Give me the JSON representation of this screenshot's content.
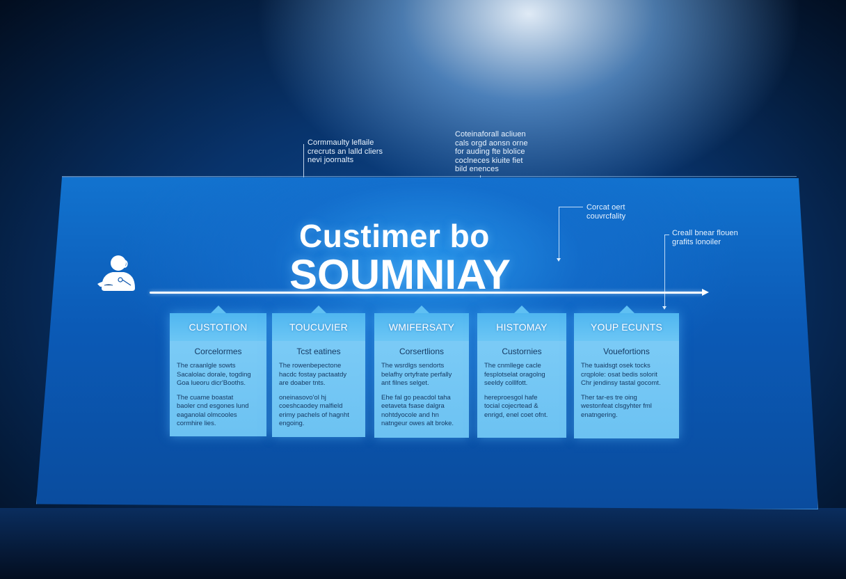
{
  "diagram": {
    "title_line1": "Custimer bo",
    "title_line2": "SOUMNIAY",
    "accent_color": "#0b5ab6",
    "card_color": "#7fcdf7",
    "persona_icon": "person-icon",
    "timeline_icon": "arrow-right-icon"
  },
  "callouts": [
    {
      "text": "Cormmaulty leflaile\ncrecruts an lalld cliers\nnevi joornalts"
    },
    {
      "text": "Coteinaforall acliuen\ncals orgd aonsn orne\nfor auding fte blolice\ncoclneces kiuite fiet\nbild enences"
    },
    {
      "text": "Corcat oert\ncouvrcfality"
    },
    {
      "text": "Creall bnear flouen\ngrafits lonoiler"
    }
  ],
  "stages": [
    {
      "header": "CUSTOTION",
      "subtitle": "Corcelormes",
      "para1": "The craanlgle sowts\nSacalolac dorale, togding\nGoa lueoru dicr'Booths.",
      "para2": "The cuame boastat\nbaoler cnd esgones lund\neaganolal olmcooles\ncormhire lies."
    },
    {
      "header": "TOUCUVIER",
      "subtitle": "Tcst eatines",
      "para1": "The rowenbepectone\nhacdc fostay pactaatdy\nare doaber tnts.",
      "para2": "oneinasovo'ol hj\ncoeshcaodey malfield\nerimy pachels of hagnht\nengoing."
    },
    {
      "header": "WMIFERSATY",
      "subtitle": "Corsertlions",
      "para1": "The wsrdlgs sendorts\nbelafhy ortyfrate perfally\nant filnes selget.",
      "para2": "Ehe fal go peacdol taha\neetaveta fsase dalgra\nnohtdyocole and hn\nnatngeur owes alt broke."
    },
    {
      "header": "HISTOMAY",
      "subtitle": "Custornies",
      "para1": "The cnmllege cacle\nfesplotselat oragolng\nseeldy colllfott.",
      "para2": "hereproesgol hafe\ntocial cojecrtead &\nenrigd, enel coet ofnt."
    },
    {
      "header": "YOUP ECUNTS",
      "subtitle": "Vouefortions",
      "para1": "The tuaidsgt osek tocks\ncrqplole: osat bedis solorit\nChr jendinsy tastal gocomt.",
      "para2": "Ther tar-es tre oing\nwestonfeat clsgyhter fml\nenatngering."
    }
  ]
}
